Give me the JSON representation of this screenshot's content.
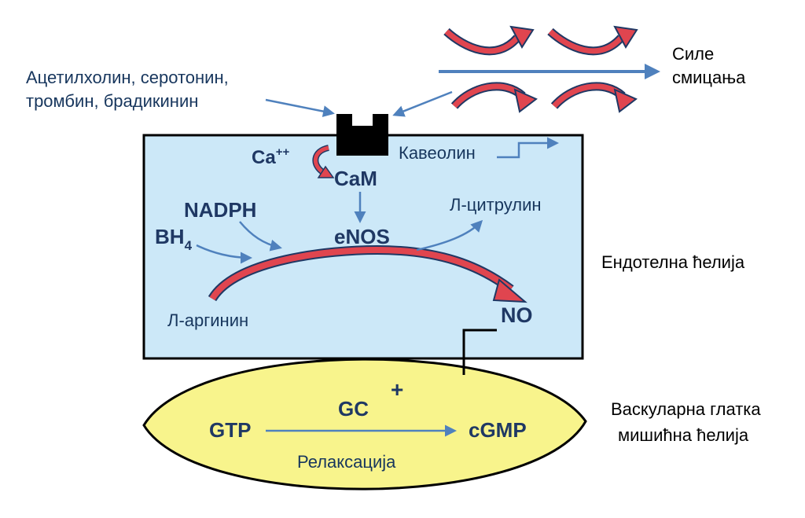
{
  "labels": {
    "agonists_line1": "Ацетилхолин, серотонин,",
    "agonists_line2": "тромбин, брадикинин",
    "shear_line1": "Силе",
    "shear_line2": "смицања",
    "ca": "Ca",
    "ca_sup": "++",
    "cam": "CaM",
    "caveolin": "Кавеолин",
    "nadph": "NADPH",
    "bh4": "BH",
    "bh4_sub": "4",
    "enos": "eNOS",
    "citrulline": "Л-цитрулин",
    "arginine": "Л-аргинин",
    "no": "NO",
    "endothelial_cell": "Ендотелна ћелија",
    "plus": "+",
    "gc": "GC",
    "gtp": "GTP",
    "cgmp": "cGMP",
    "relaxation": "Релаксација",
    "smooth_muscle_line1": "Васкуларна глатка",
    "smooth_muscle_line2": "мишићна ћелија"
  },
  "colors": {
    "cell_fill": "#cce8f8",
    "cell_border": "#000000",
    "muscle_fill": "#f8f48c",
    "arrow_blue": "#4f81bd",
    "arrow_red": "#e0454f",
    "text_blue": "#1f3864"
  }
}
